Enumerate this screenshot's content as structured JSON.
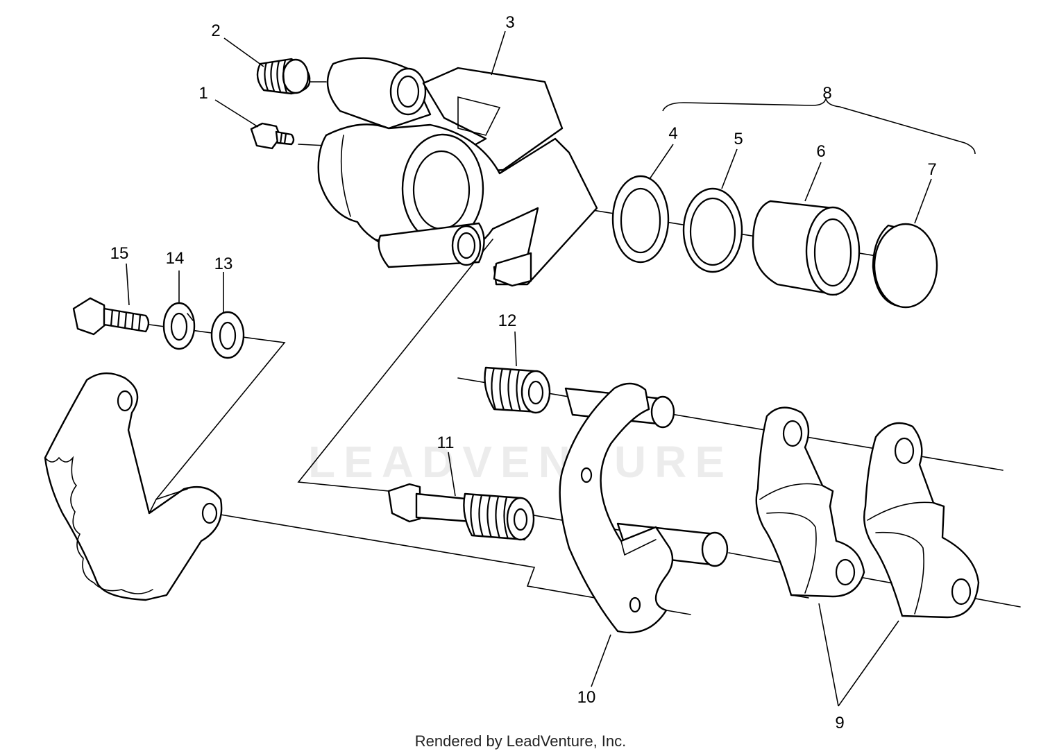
{
  "callouts": {
    "c1": "1",
    "c2": "2",
    "c3": "3",
    "c4": "4",
    "c5": "5",
    "c6": "6",
    "c7": "7",
    "c8": "8",
    "c9": "9",
    "c10": "10",
    "c11": "11",
    "c12": "12",
    "c13": "13",
    "c14": "14",
    "c15": "15"
  },
  "watermark": "LEADVENTURE",
  "footer": "Rendered by LeadVenture, Inc."
}
